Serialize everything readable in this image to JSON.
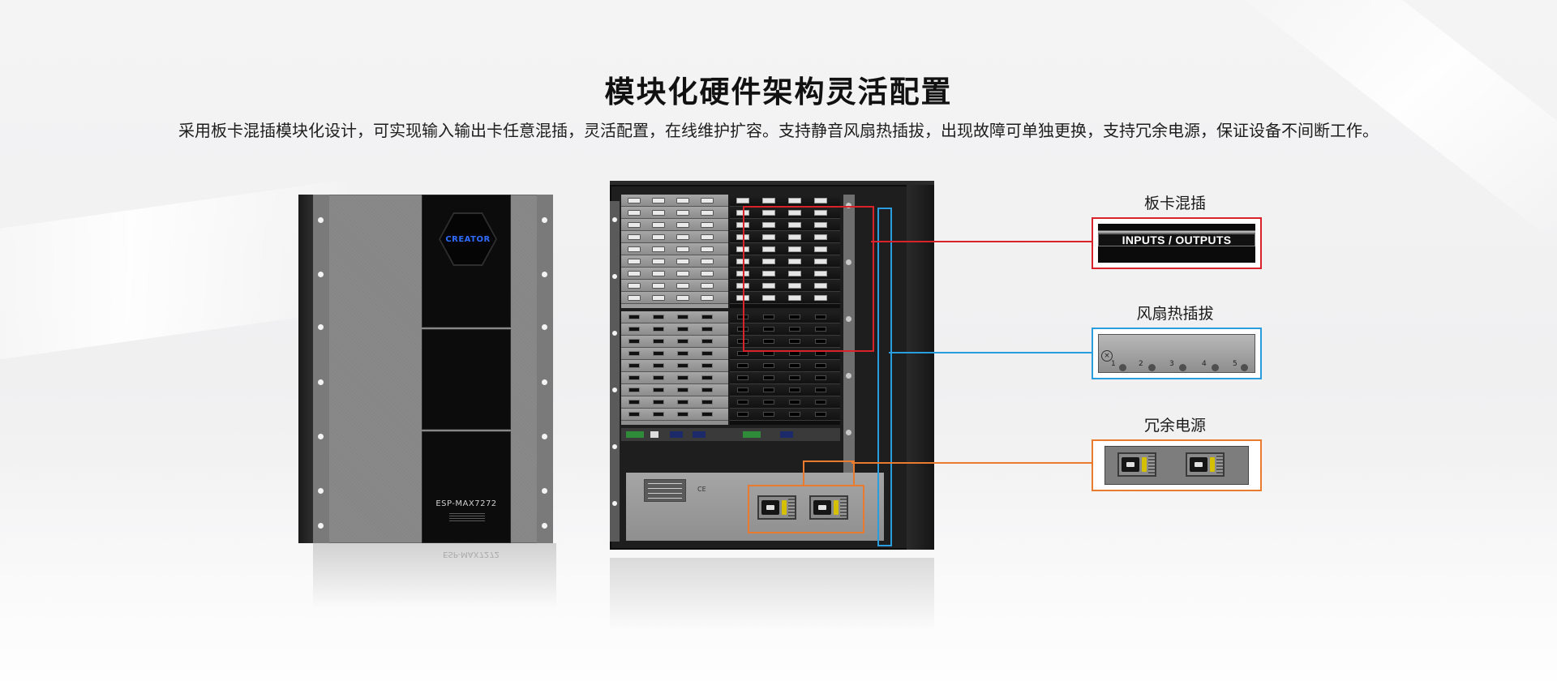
{
  "header": {
    "title": "模块化硬件架构灵活配置",
    "description": "采用板卡混插模块化设计，可实现输入输出卡任意混插，灵活配置，在线维护扩容。支持静音风扇热插拔，出现故障可单独更换，支持冗余电源，保证设备不间断工作。"
  },
  "front_unit": {
    "logo": "CREATOR",
    "model": "ESP-MAX7272"
  },
  "callouts": [
    {
      "label": "板卡混插",
      "detail": "INPUTS / OUTPUTS",
      "color": "#d9222a"
    },
    {
      "label": "风扇热插拔",
      "detail": [
        "1",
        "2",
        "3",
        "4",
        "5"
      ],
      "color": "#2a9de0"
    },
    {
      "label": "冗余电源",
      "color": "#ea7a2e"
    }
  ],
  "rear_unit": {
    "ce_mark": "CE"
  }
}
